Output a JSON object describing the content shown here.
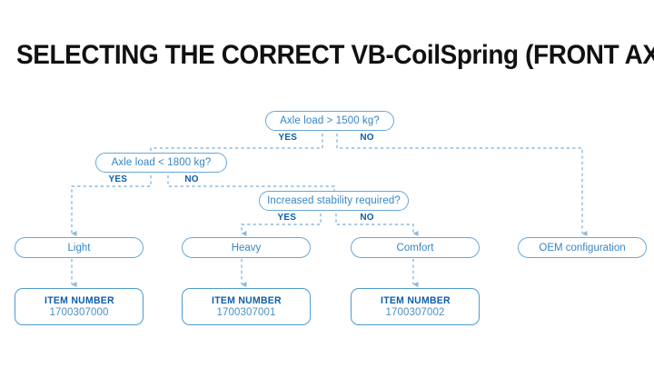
{
  "page": {
    "title": "SELECTING THE CORRECT VB-CoilSpring (FRONT AXLE)",
    "background_color": "#ffffff",
    "title_color": "#111111",
    "accent_color": "#3786c4",
    "line_color": "#8cb9dc",
    "label_color": "#0b5fa8"
  },
  "diagram": {
    "type": "flowchart",
    "decisions": [
      {
        "id": "axle-load-1500",
        "question": "Axle load > 1500 kg?",
        "yes_label": "YES",
        "no_label": "NO",
        "yes_target": "axle-load-1800",
        "no_target": "oem-configuration"
      },
      {
        "id": "axle-load-1800",
        "question": "Axle load < 1800 kg?",
        "yes_label": "YES",
        "no_label": "NO",
        "yes_target": "light",
        "no_target": "increased-stability"
      },
      {
        "id": "increased-stability",
        "question": "Increased stability required?",
        "yes_label": "YES",
        "no_label": "NO",
        "yes_target": "heavy",
        "no_target": "comfort"
      }
    ],
    "results": [
      {
        "id": "light",
        "label": "Light"
      },
      {
        "id": "heavy",
        "label": "Heavy"
      },
      {
        "id": "comfort",
        "label": "Comfort"
      },
      {
        "id": "oem",
        "label": "OEM configuration"
      }
    ],
    "items": [
      {
        "id": "item-light",
        "label": "ITEM NUMBER",
        "value": "1700307000",
        "source": "light"
      },
      {
        "id": "item-heavy",
        "label": "ITEM NUMBER",
        "value": "1700307001",
        "source": "heavy"
      },
      {
        "id": "item-comfort",
        "label": "ITEM NUMBER",
        "value": "1700307002",
        "source": "comfort"
      }
    ]
  }
}
